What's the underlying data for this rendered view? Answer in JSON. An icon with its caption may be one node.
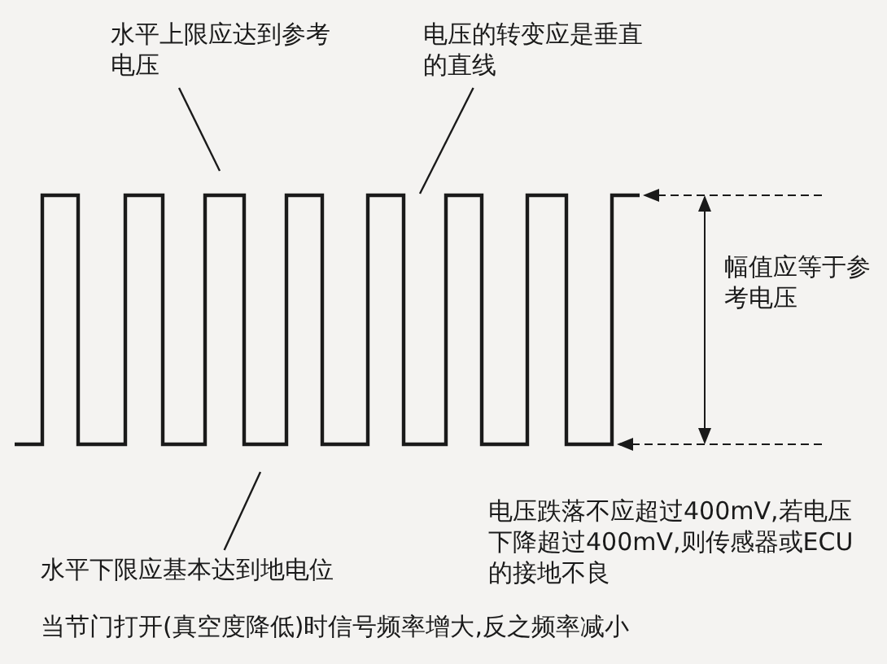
{
  "diagram": {
    "caption": "当节门打开(真空度降低)时信号频率增大,反之频率减小",
    "nodes": [
      {
        "text": [
          "水平上限应达到参考电压"
        ]
      },
      {
        "text": [
          "电压的转变应是垂直的直线"
        ]
      },
      {
        "text": [
          "水平下限应基本达到地电位"
        ]
      }
    ],
    "edges": [
      {
        "from": 0,
        "to": null,
        "arrow": "none"
      },
      {
        "from": 1,
        "to": null,
        "arrow": "none"
      },
      {
        "from": 2,
        "to": null,
        "arrow": "none"
      }
    ],
    "labels": [
      "幅值应等于参考电压",
      "电压跌落不应超过400mV,若电压下降超过400mV,则传感器或ECU的接地不良"
    ]
  }
}
